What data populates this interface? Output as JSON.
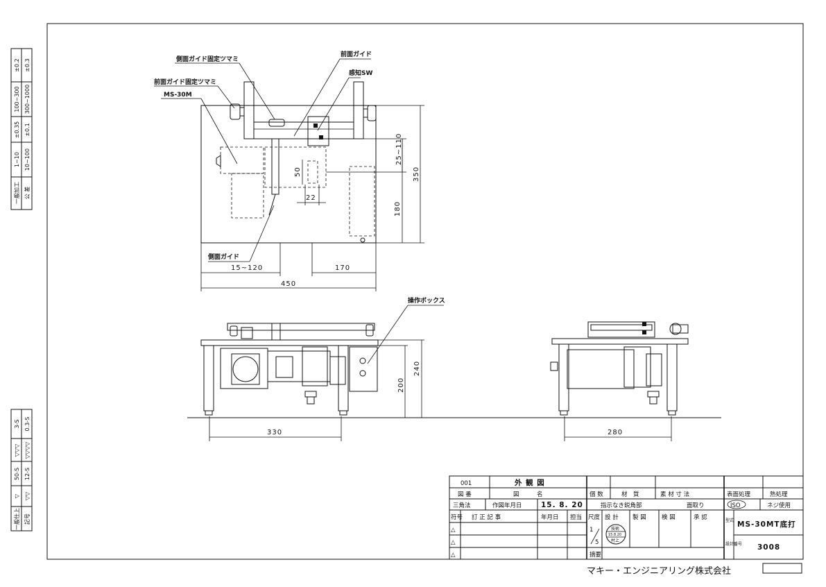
{
  "callouts": {
    "side_guide_knob": "側面ガイド固定ツマミ",
    "front_guide_knob": "前面ガイド固定ツマミ",
    "model": "MS-30M",
    "front_guide": "前面ガイド",
    "sensor_sw": "感知SW",
    "side_guide": "側面ガイド",
    "control_box": "操作ボックス"
  },
  "dimensions": {
    "d_15_120": "15~120",
    "d_170": "170",
    "d_450": "450",
    "d_50": "50",
    "d_22": "22",
    "d_25_110": "25~110",
    "d_350": "350",
    "d_180": "180",
    "d_200": "200",
    "d_240": "240",
    "d_330": "330",
    "d_280": "280"
  },
  "tolerance_table": {
    "h_row1": "一般加工",
    "h_row2": "公 差",
    "r1c1": "1~10",
    "r1c2": "10~100",
    "r2c1": "±0.35",
    "r2c2": "±0.1",
    "r3c1": "100~300",
    "r3c2": "300~1000",
    "r4c1": "±0.2",
    "r4c2": "±0.3"
  },
  "finish_table": {
    "h_row1": "一般仕上",
    "h_row2": "記号",
    "r1c1": "▽",
    "r1c2": "▽▽",
    "r2c1": "50-S",
    "r2c2": "12-S",
    "r3c1": "▽▽▽",
    "r3c2": "▽▽▽▽",
    "r4c1": "3-S",
    "r4c2": "0.3-S"
  },
  "title_block": {
    "drawing_no": "001",
    "drawing_title": "外 観 図",
    "label_drawing_no": "図 番",
    "label_drawing_name": "図　　　名",
    "projection": "三角法",
    "label_date": "作図年月日",
    "date": "15. 8. 20",
    "label_rev_no": "符号",
    "label_rev": "訂 正 記 事",
    "label_rev_date": "年月日",
    "label_rev_person": "担当",
    "label_qty": "個 数",
    "label_material": "材　質",
    "label_raw_size": "素 材 寸 法",
    "unspecified_edges": "指示なき鋭角部",
    "chamfer": "面取り",
    "label_scale": "尺度",
    "scale_num": "1",
    "scale_den": "5",
    "label_design": "設 計",
    "label_draft": "製 図",
    "label_check": "検 図",
    "label_approve": "承 認",
    "label_note": "摘要",
    "stamp_top": "技術",
    "stamp_date": "15.8.20",
    "stamp_name": "村上",
    "label_surface": "表面処理",
    "label_heat": "熱処理",
    "iso": "ISO",
    "screw": "ネジ使用",
    "label_type": "型式",
    "type_value": "MS-30MT底打",
    "label_design_no": "設計番号",
    "design_no": "3008",
    "rev_marks": [
      "△",
      "△",
      "△"
    ]
  },
  "company": "マキー・エンジニアリング株式会社"
}
